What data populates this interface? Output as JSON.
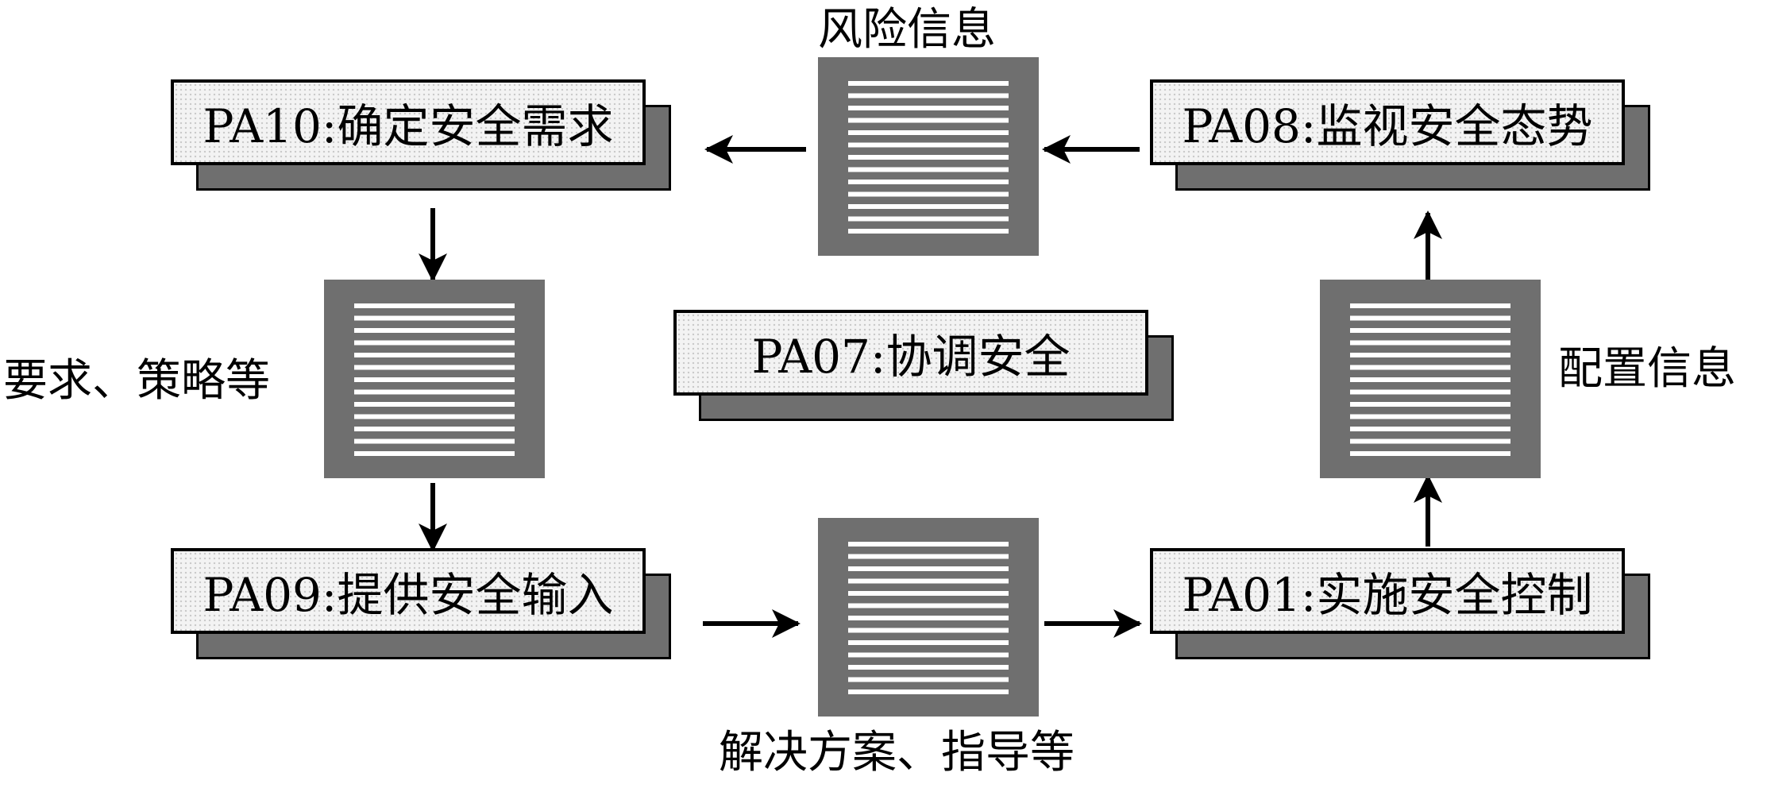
{
  "processes": {
    "pa10": "PA10:确定安全需求",
    "pa08": "PA08:监视安全态势",
    "pa07": "PA07:协调安全",
    "pa09": "PA09:提供安全输入",
    "pa01": "PA01:实施安全控制"
  },
  "artifacts": {
    "risk_info": "风险信息",
    "requirements": "要求、策略等",
    "config_info": "配置信息",
    "solutions": "解决方案、指导等"
  },
  "colors": {
    "line": "#000000",
    "document_fill": "#6f6f6f",
    "document_lines": "#ffffff",
    "box_fill": "#f3f3f3",
    "shadow_fill": "#6f6f6f"
  }
}
